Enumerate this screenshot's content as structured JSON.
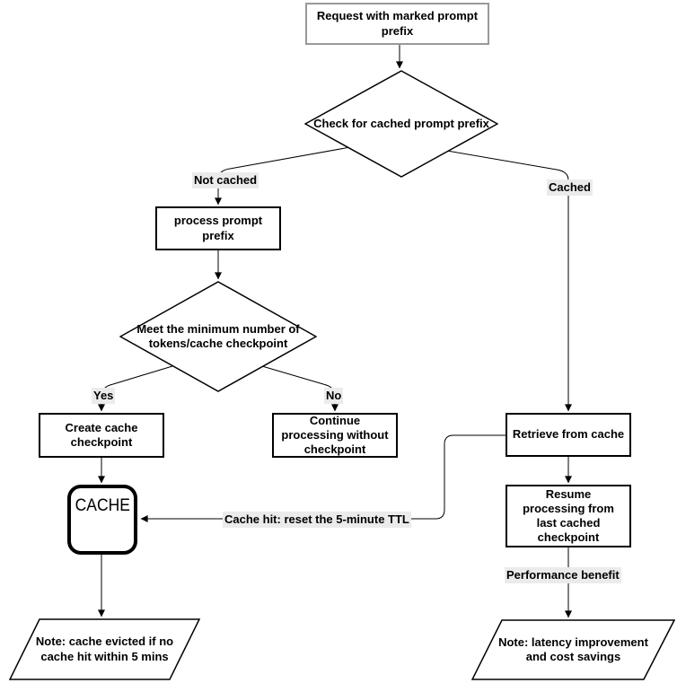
{
  "diagram": {
    "type": "flowchart",
    "nodes": {
      "request": {
        "label": "Request with marked prompt prefix",
        "shape": "rect"
      },
      "check_cached": {
        "label": "Check for cached prompt prefix",
        "shape": "diamond"
      },
      "process_prefix": {
        "label": "process prompt prefix",
        "shape": "rect"
      },
      "min_tokens": {
        "label": "Meet the minimum number of tokens/cache checkpoint",
        "shape": "diamond"
      },
      "create_checkpoint": {
        "label": "Create cache checkpoint",
        "shape": "rect"
      },
      "continue_processing": {
        "label": "Continue processing without checkpoint",
        "shape": "rect"
      },
      "retrieve": {
        "label": "Retrieve from cache",
        "shape": "rect"
      },
      "resume": {
        "label": "Resume processing from last cached checkpoint",
        "shape": "rect"
      },
      "cache": {
        "label": "CACHE",
        "shape": "rounded-rect"
      },
      "note_evicted": {
        "label": "Note: cache evicted if no cache hit within 5 mins",
        "shape": "parallelogram"
      },
      "note_latency": {
        "label": "Note: latency improvement and cost savings",
        "shape": "parallelogram"
      }
    },
    "edge_labels": {
      "not_cached": "Not cached",
      "cached": "Cached",
      "yes": "Yes",
      "no": "No",
      "cache_hit": "Cache hit: reset the 5-minute TTL",
      "performance": "Performance benefit"
    },
    "colors": {
      "line": "#000000",
      "node_border": "#000000",
      "request_border": "#999999",
      "edge_label_bg": "#ebebeb",
      "background": "#ffffff"
    }
  }
}
